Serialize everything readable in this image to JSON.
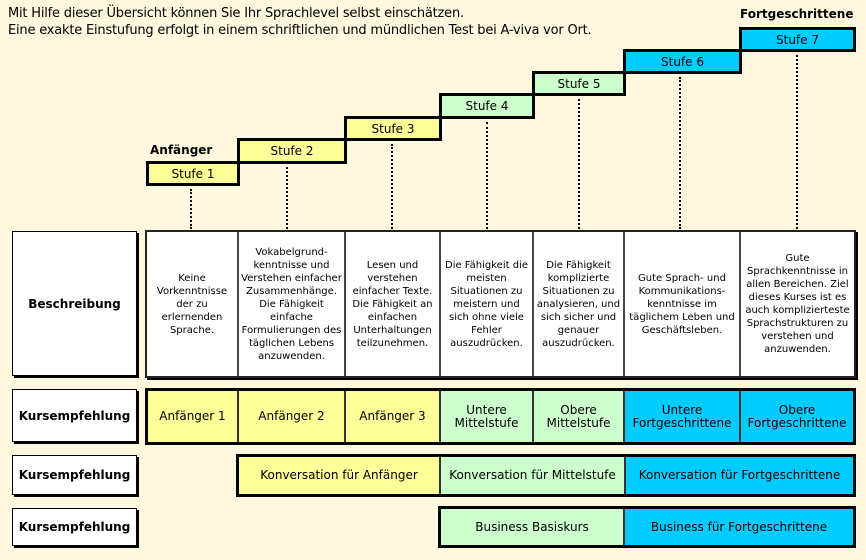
{
  "intro": [
    "Mit Hilfe dieser Übersicht können Sie Ihr Sprachlevel selbst einschätzen.",
    "Eine exakte Einstufung erfolgt in einem schriftlichen und mündlichen Test bei A-viva vor Ort."
  ],
  "levels": {
    "beginner": "Anfänger",
    "advanced": "Fortgeschrittene"
  },
  "steps": [
    "Stufe 1",
    "Stufe 2",
    "Stufe 3",
    "Stufe 4",
    "Stufe 5",
    "Stufe 6",
    "Stufe 7"
  ],
  "labels": {
    "description": "Beschreibung",
    "course1": "Kursempfehlung",
    "course2": "Kursempfehlung",
    "course3": "Kursempfehlung"
  },
  "descriptions": [
    "Keine Vorkenntnisse der zu erlernenden Sprache.",
    "Vokabelgrund-kenntnisse und Verstehen einfacher Zusammenhänge. Die Fähigkeit einfache Formulierungen des täglichen Lebens anzuwenden.",
    "Lesen und verstehen einfacher Texte. Die Fähigkeit an einfachen Unterhaltungen teilzunehmen.",
    "Die Fähigkeit die meisten Situationen zu meistern und sich ohne viele Fehler auszudrücken.",
    "Die Fähigkeit komplizierte Situationen zu analysieren, und sich sicher und genauer auszudrücken.",
    "Gute Sprach- und Kommunikations-kenntnisse im täglichem Leben und Geschäftsleben.",
    "Gute Sprachkenntnisse in allen Bereichen. Ziel dieses Kurses ist es auch komplizierteste Sprachstrukturen zu verstehen und anzuwenden."
  ],
  "courses": [
    "Anfänger 1",
    "Anfänger 2",
    "Anfänger 3",
    "Untere Mittelstufe",
    "Obere Mittelstufe",
    "Untere Fortgeschrittene",
    "Obere Fortgeschrittene"
  ],
  "conversation": [
    "Konversation für Anfänger",
    "Konversation für Mittelstufe",
    "Konversation für Fortgeschrittene"
  ],
  "business": [
    "Business Basiskurs",
    "Business für Fortgeschrittene"
  ],
  "colors": {
    "beginner": "#FFFF99",
    "intermediate": "#CCFFCC",
    "advanced": "#00CCFF",
    "background": "#FFF8DE"
  }
}
